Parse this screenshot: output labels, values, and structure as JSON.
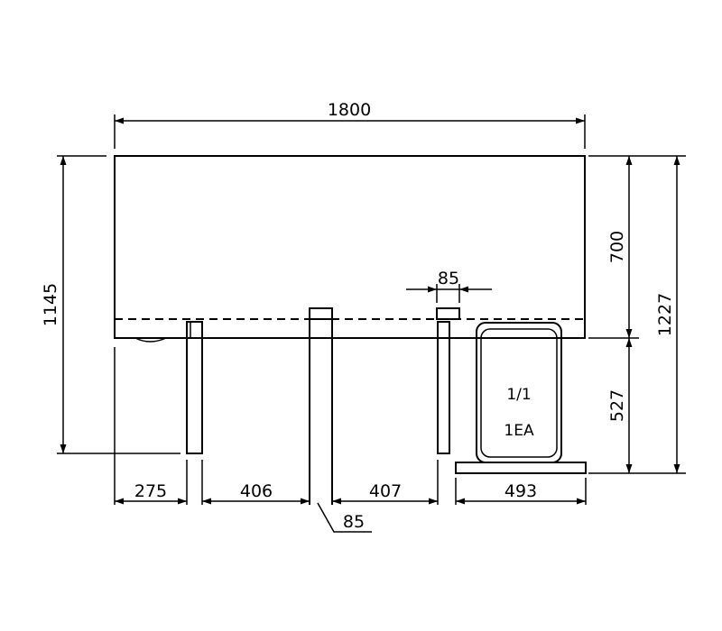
{
  "dimensions": {
    "overall_width": "1800",
    "left_height": "1145",
    "upper_height": "700",
    "lower_height": "527",
    "total_height": "1227",
    "top_gap": "85",
    "bottom_gap": "85",
    "seg1": "275",
    "seg2": "406",
    "seg3": "407",
    "seg4": "493"
  },
  "pan": {
    "size": "1/1",
    "qty": "1EA"
  }
}
